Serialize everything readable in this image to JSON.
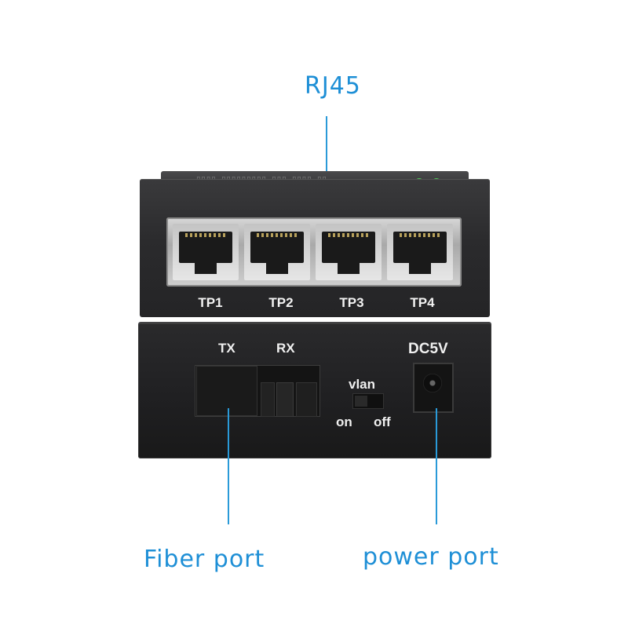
{
  "callouts": {
    "rj45": "RJ45",
    "fiber_port": "Fiber port",
    "power_port": "power port"
  },
  "top_unit": {
    "ports": [
      "TP1",
      "TP2",
      "TP3",
      "TP4"
    ],
    "led_color": "#3ecf4a"
  },
  "bottom_unit": {
    "tx_label": "TX",
    "rx_label": "RX",
    "vlan_label": "vlan",
    "on_label": "on",
    "off_label": "off",
    "dc_label": "DC5V"
  },
  "colors": {
    "callout": "#1e8fd6",
    "device_body": "#2b2b2d",
    "background": "#ffffff"
  }
}
